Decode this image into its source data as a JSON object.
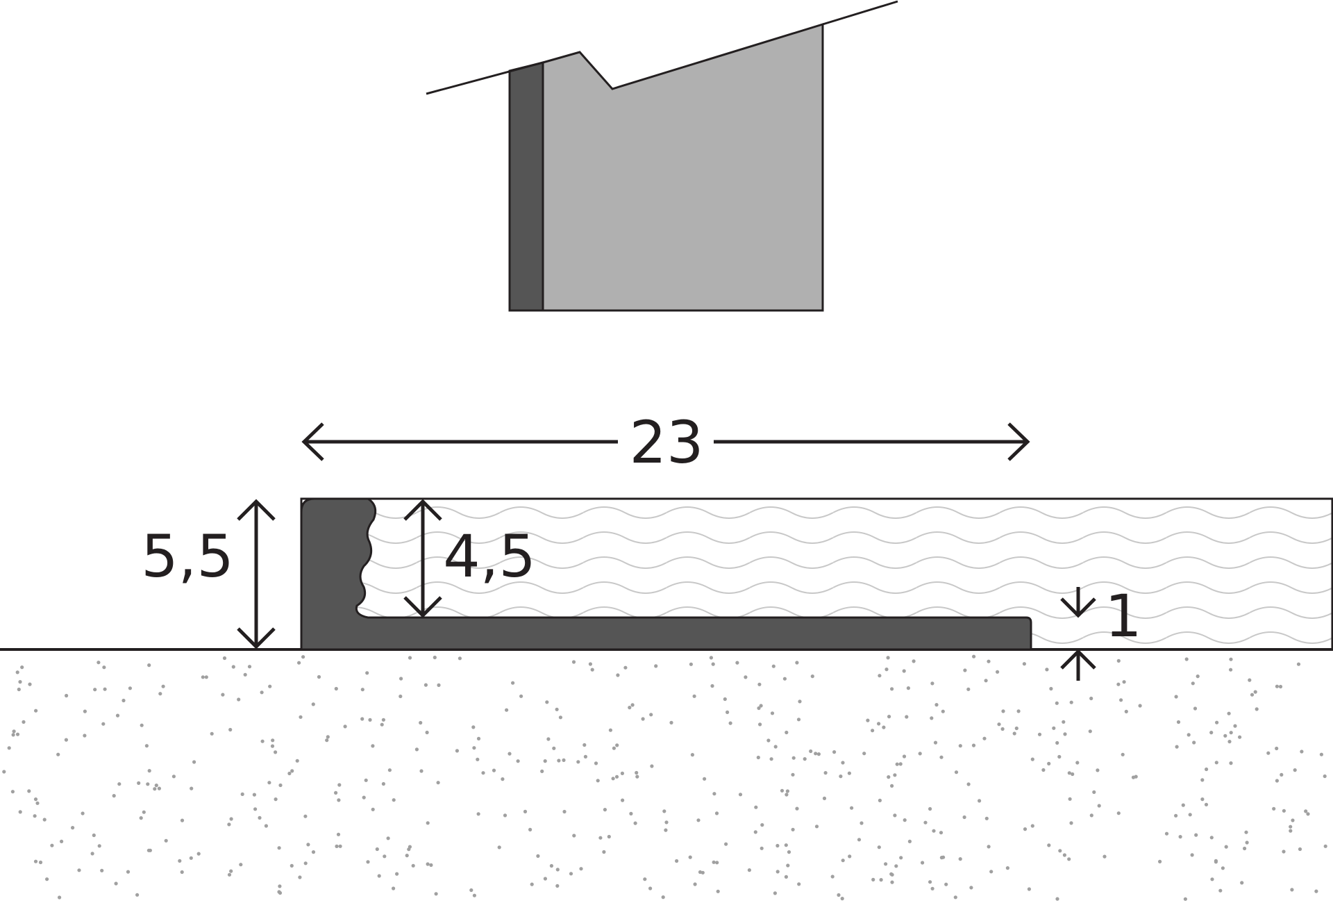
{
  "dimensions": {
    "overall_width": "23",
    "profile_height": "5,5",
    "inner_height": "4,5",
    "base_thickness": "1"
  },
  "colors": {
    "profile_dark": "#555555",
    "profile_light": "#b0b0b0",
    "outline": "#231f20",
    "wave_pattern": "#c8c8c8",
    "floor_dots": "#a0a0a0",
    "background": "#ffffff"
  }
}
